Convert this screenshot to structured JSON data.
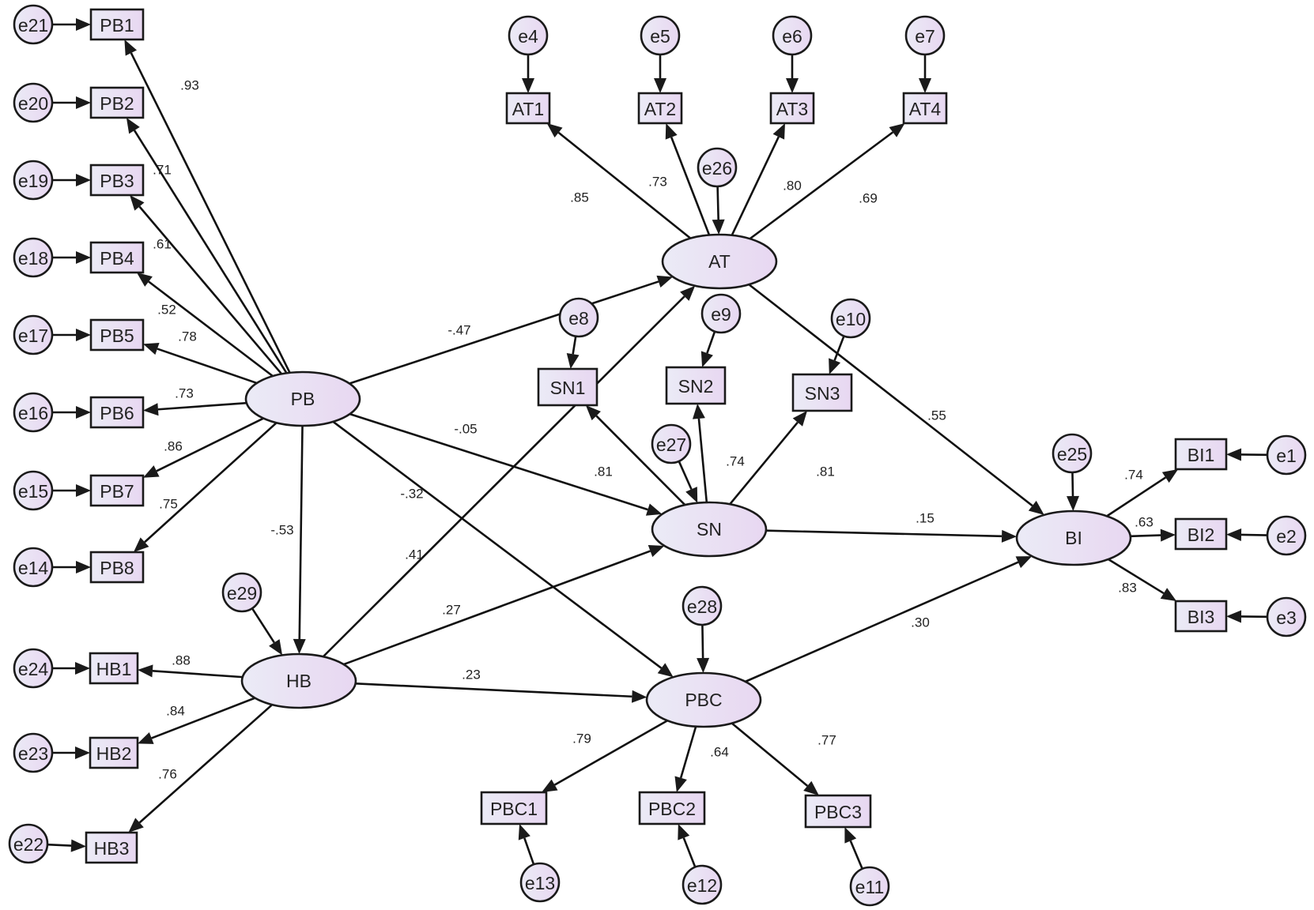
{
  "colors": {
    "fill_light": "#ebebf6",
    "fill_pink": "#e8d7f1",
    "stroke": "#1a1a1a"
  },
  "diagram": {
    "latent_variables": [
      {
        "id": "PB",
        "label": "PB"
      },
      {
        "id": "HB",
        "label": "HB"
      },
      {
        "id": "AT",
        "label": "AT"
      },
      {
        "id": "SN",
        "label": "SN"
      },
      {
        "id": "PBC",
        "label": "PBC"
      },
      {
        "id": "BI",
        "label": "BI"
      }
    ],
    "indicators": [
      {
        "id": "PB1",
        "label": "PB1"
      },
      {
        "id": "PB2",
        "label": "PB2"
      },
      {
        "id": "PB3",
        "label": "PB3"
      },
      {
        "id": "PB4",
        "label": "PB4"
      },
      {
        "id": "PB5",
        "label": "PB5"
      },
      {
        "id": "PB6",
        "label": "PB6"
      },
      {
        "id": "PB7",
        "label": "PB7"
      },
      {
        "id": "PB8",
        "label": "PB8"
      },
      {
        "id": "HB1",
        "label": "HB1"
      },
      {
        "id": "HB2",
        "label": "HB2"
      },
      {
        "id": "HB3",
        "label": "HB3"
      },
      {
        "id": "AT1",
        "label": "AT1"
      },
      {
        "id": "AT2",
        "label": "AT2"
      },
      {
        "id": "AT3",
        "label": "AT3"
      },
      {
        "id": "AT4",
        "label": "AT4"
      },
      {
        "id": "SN1",
        "label": "SN1"
      },
      {
        "id": "SN2",
        "label": "SN2"
      },
      {
        "id": "SN3",
        "label": "SN3"
      },
      {
        "id": "PBC1",
        "label": "PBC1"
      },
      {
        "id": "PBC2",
        "label": "PBC2"
      },
      {
        "id": "PBC3",
        "label": "PBC3"
      },
      {
        "id": "BI1",
        "label": "BI1"
      },
      {
        "id": "BI2",
        "label": "BI2"
      },
      {
        "id": "BI3",
        "label": "BI3"
      }
    ],
    "error_terms": [
      {
        "id": "e21",
        "label": "e21",
        "target": "PB1"
      },
      {
        "id": "e20",
        "label": "e20",
        "target": "PB2"
      },
      {
        "id": "e19",
        "label": "e19",
        "target": "PB3"
      },
      {
        "id": "e18",
        "label": "e18",
        "target": "PB4"
      },
      {
        "id": "e17",
        "label": "e17",
        "target": "PB5"
      },
      {
        "id": "e16",
        "label": "e16",
        "target": "PB6"
      },
      {
        "id": "e15",
        "label": "e15",
        "target": "PB7"
      },
      {
        "id": "e14",
        "label": "e14",
        "target": "PB8"
      },
      {
        "id": "e24",
        "label": "e24",
        "target": "HB1"
      },
      {
        "id": "e23",
        "label": "e23",
        "target": "HB2"
      },
      {
        "id": "e22",
        "label": "e22",
        "target": "HB3"
      },
      {
        "id": "e4",
        "label": "e4",
        "target": "AT1"
      },
      {
        "id": "e5",
        "label": "e5",
        "target": "AT2"
      },
      {
        "id": "e6",
        "label": "e6",
        "target": "AT3"
      },
      {
        "id": "e7",
        "label": "e7",
        "target": "AT4"
      },
      {
        "id": "e8",
        "label": "e8",
        "target": "SN1"
      },
      {
        "id": "e9",
        "label": "e9",
        "target": "SN2"
      },
      {
        "id": "e10",
        "label": "e10",
        "target": "SN3"
      },
      {
        "id": "e13",
        "label": "e13",
        "target": "PBC1"
      },
      {
        "id": "e12",
        "label": "e12",
        "target": "PBC2"
      },
      {
        "id": "e11",
        "label": "e11",
        "target": "PBC3"
      },
      {
        "id": "e1",
        "label": "e1",
        "target": "BI1"
      },
      {
        "id": "e2",
        "label": "e2",
        "target": "BI2"
      },
      {
        "id": "e3",
        "label": "e3",
        "target": "BI3"
      },
      {
        "id": "e26",
        "label": "e26",
        "target": "AT"
      },
      {
        "id": "e27",
        "label": "e27",
        "target": "SN"
      },
      {
        "id": "e28",
        "label": "e28",
        "target": "PBC"
      },
      {
        "id": "e25",
        "label": "e25",
        "target": "BI"
      },
      {
        "id": "e29",
        "label": "e29",
        "target": "HB"
      }
    ],
    "loadings": [
      {
        "from": "PB",
        "to": "PB1",
        "label": ".93"
      },
      {
        "from": "PB",
        "to": "PB2",
        "label": ".71"
      },
      {
        "from": "PB",
        "to": "PB3",
        "label": ".61"
      },
      {
        "from": "PB",
        "to": "PB4",
        "label": ".52"
      },
      {
        "from": "PB",
        "to": "PB5",
        "label": ".78"
      },
      {
        "from": "PB",
        "to": "PB6",
        "label": ".73"
      },
      {
        "from": "PB",
        "to": "PB7",
        "label": ".86"
      },
      {
        "from": "PB",
        "to": "PB8",
        "label": ".75"
      },
      {
        "from": "HB",
        "to": "HB1",
        "label": ".88"
      },
      {
        "from": "HB",
        "to": "HB2",
        "label": ".84"
      },
      {
        "from": "HB",
        "to": "HB3",
        "label": ".76"
      },
      {
        "from": "AT",
        "to": "AT1",
        "label": ".85"
      },
      {
        "from": "AT",
        "to": "AT2",
        "label": ".73"
      },
      {
        "from": "AT",
        "to": "AT3",
        "label": ".80"
      },
      {
        "from": "AT",
        "to": "AT4",
        "label": ".69"
      },
      {
        "from": "SN",
        "to": "SN1",
        "label": ".81"
      },
      {
        "from": "SN",
        "to": "SN2",
        "label": ".74"
      },
      {
        "from": "SN",
        "to": "SN3",
        "label": ".81"
      },
      {
        "from": "PBC",
        "to": "PBC1",
        "label": ".79"
      },
      {
        "from": "PBC",
        "to": "PBC2",
        "label": ".64"
      },
      {
        "from": "PBC",
        "to": "PBC3",
        "label": ".77"
      },
      {
        "from": "BI",
        "to": "BI1",
        "label": ".74"
      },
      {
        "from": "BI",
        "to": "BI2",
        "label": ".63"
      },
      {
        "from": "BI",
        "to": "BI3",
        "label": ".83"
      }
    ],
    "paths": [
      {
        "from": "PB",
        "to": "AT",
        "label": "-.47"
      },
      {
        "from": "PB",
        "to": "SN",
        "label": "-.05"
      },
      {
        "from": "PB",
        "to": "PBC",
        "label": "-.32"
      },
      {
        "from": "PB",
        "to": "HB",
        "label": "-.53"
      },
      {
        "from": "HB",
        "to": "AT",
        "label": ".41"
      },
      {
        "from": "HB",
        "to": "SN",
        "label": ".27"
      },
      {
        "from": "HB",
        "to": "PBC",
        "label": ".23"
      },
      {
        "from": "AT",
        "to": "BI",
        "label": ".55"
      },
      {
        "from": "SN",
        "to": "BI",
        "label": ".15"
      },
      {
        "from": "PBC",
        "to": "BI",
        "label": ".30"
      }
    ]
  }
}
